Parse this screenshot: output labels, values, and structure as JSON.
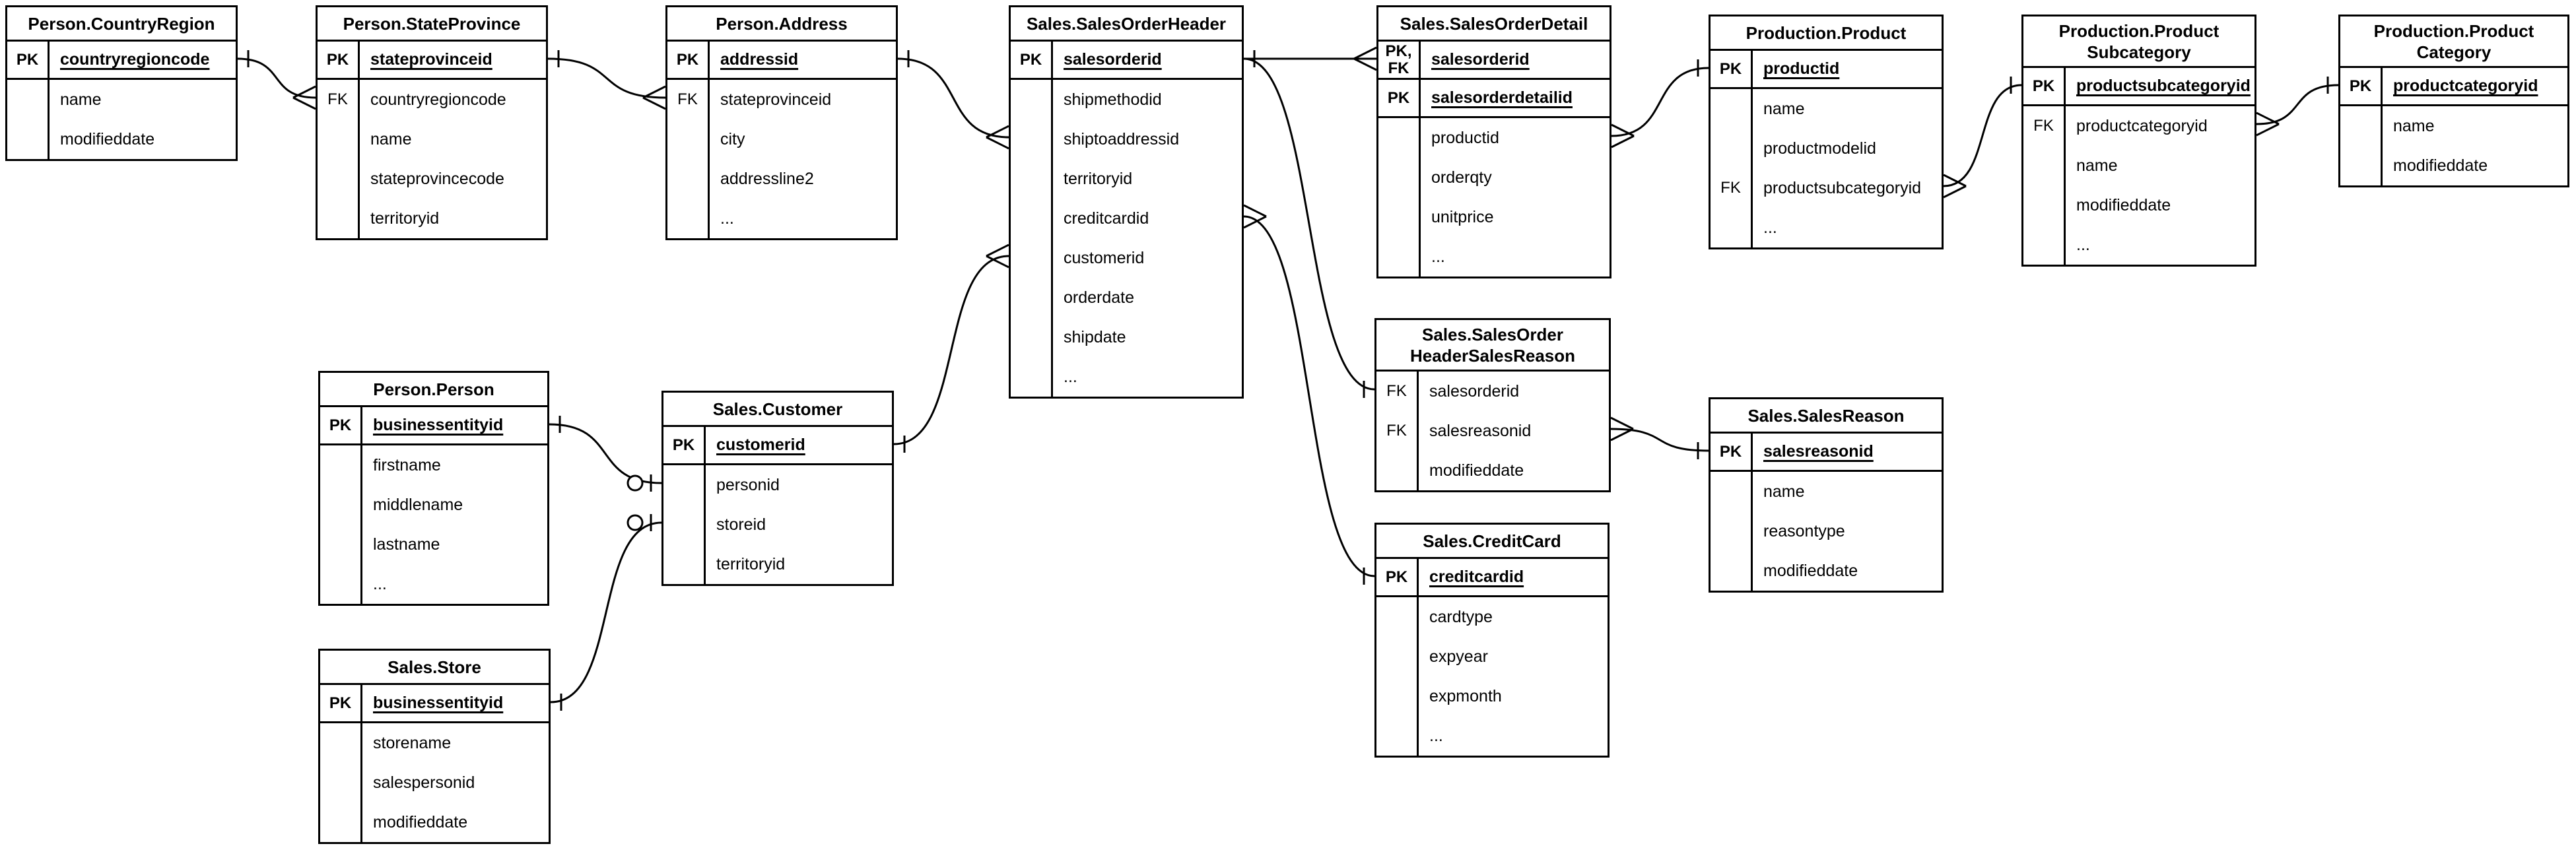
{
  "diagram": {
    "colors": {
      "line": "#000000",
      "background": "#ffffff",
      "text": "#000000"
    },
    "tables": [
      {
        "id": "countryregion",
        "title": "Person.CountryRegion",
        "key_rows": [
          {
            "key": "PK",
            "name": "countryregioncode"
          }
        ],
        "attrs": [
          {
            "key": "",
            "name": "name"
          },
          {
            "key": "",
            "name": "modifieddate"
          }
        ]
      },
      {
        "id": "stateprovince",
        "title": "Person.StateProvince",
        "key_rows": [
          {
            "key": "PK",
            "name": "stateprovinceid"
          }
        ],
        "attrs": [
          {
            "key": "FK",
            "name": "countryregioncode"
          },
          {
            "key": "",
            "name": "name"
          },
          {
            "key": "",
            "name": "stateprovincecode"
          },
          {
            "key": "",
            "name": "territoryid"
          }
        ]
      },
      {
        "id": "address",
        "title": "Person.Address",
        "key_rows": [
          {
            "key": "PK",
            "name": "addressid"
          }
        ],
        "attrs": [
          {
            "key": "FK",
            "name": "stateprovinceid"
          },
          {
            "key": "",
            "name": "city"
          },
          {
            "key": "",
            "name": "addressline2"
          },
          {
            "key": "",
            "name": "..."
          }
        ]
      },
      {
        "id": "salesorderheader",
        "title": "Sales.SalesOrderHeader",
        "key_rows": [
          {
            "key": "PK",
            "name": "salesorderid"
          }
        ],
        "attrs": [
          {
            "key": "",
            "name": "shipmethodid"
          },
          {
            "key": "",
            "name": "shiptoaddressid"
          },
          {
            "key": "",
            "name": "territoryid"
          },
          {
            "key": "",
            "name": "creditcardid"
          },
          {
            "key": "",
            "name": "customerid"
          },
          {
            "key": "",
            "name": "orderdate"
          },
          {
            "key": "",
            "name": "shipdate"
          },
          {
            "key": "",
            "name": "..."
          }
        ]
      },
      {
        "id": "salesorderdetail",
        "title": "Sales.SalesOrderDetail",
        "key_rows": [
          {
            "key": "PK,\nFK",
            "name": "salesorderid"
          },
          {
            "key": "PK",
            "name": "salesorderdetailid"
          }
        ],
        "attrs": [
          {
            "key": "",
            "name": "productid"
          },
          {
            "key": "",
            "name": "orderqty"
          },
          {
            "key": "",
            "name": "unitprice"
          },
          {
            "key": "",
            "name": "..."
          }
        ]
      },
      {
        "id": "product",
        "title": "Production.Product",
        "key_rows": [
          {
            "key": "PK",
            "name": "productid"
          }
        ],
        "attrs": [
          {
            "key": "",
            "name": "name"
          },
          {
            "key": "",
            "name": "productmodelid"
          },
          {
            "key": "FK",
            "name": "productsubcategoryid"
          },
          {
            "key": "",
            "name": "..."
          }
        ]
      },
      {
        "id": "productsubcategory",
        "title": "Production.Product\nSubcategory",
        "key_rows": [
          {
            "key": "PK",
            "name": "productsubcategoryid"
          }
        ],
        "attrs": [
          {
            "key": "FK",
            "name": "productcategoryid"
          },
          {
            "key": "",
            "name": "name"
          },
          {
            "key": "",
            "name": "modifieddate"
          },
          {
            "key": "",
            "name": "..."
          }
        ]
      },
      {
        "id": "productcategory",
        "title": "Production.Product\nCategory",
        "key_rows": [
          {
            "key": "PK",
            "name": "productcategoryid"
          }
        ],
        "attrs": [
          {
            "key": "",
            "name": "name"
          },
          {
            "key": "",
            "name": "modifieddate"
          }
        ]
      },
      {
        "id": "person",
        "title": "Person.Person",
        "key_rows": [
          {
            "key": "PK",
            "name": "businessentityid"
          }
        ],
        "attrs": [
          {
            "key": "",
            "name": "firstname"
          },
          {
            "key": "",
            "name": "middlename"
          },
          {
            "key": "",
            "name": "lastname"
          },
          {
            "key": "",
            "name": "..."
          }
        ]
      },
      {
        "id": "customer",
        "title": "Sales.Customer",
        "key_rows": [
          {
            "key": "PK",
            "name": "customerid"
          }
        ],
        "attrs": [
          {
            "key": "",
            "name": "personid"
          },
          {
            "key": "",
            "name": "storeid"
          },
          {
            "key": "",
            "name": "territoryid"
          }
        ]
      },
      {
        "id": "store",
        "title": "Sales.Store",
        "key_rows": [
          {
            "key": "PK",
            "name": "businessentityid"
          }
        ],
        "attrs": [
          {
            "key": "",
            "name": "storename"
          },
          {
            "key": "",
            "name": "salespersonid"
          },
          {
            "key": "",
            "name": "modifieddate"
          }
        ]
      },
      {
        "id": "sohsr",
        "title": "Sales.SalesOrder\nHeaderSalesReason",
        "key_rows": [],
        "attrs": [
          {
            "key": "FK",
            "name": "salesorderid"
          },
          {
            "key": "FK",
            "name": "salesreasonid"
          },
          {
            "key": "",
            "name": "modifieddate"
          }
        ]
      },
      {
        "id": "salesreason",
        "title": "Sales.SalesReason",
        "key_rows": [
          {
            "key": "PK",
            "name": "salesreasonid"
          }
        ],
        "attrs": [
          {
            "key": "",
            "name": "name"
          },
          {
            "key": "",
            "name": "reasontype"
          },
          {
            "key": "",
            "name": "modifieddate"
          }
        ]
      },
      {
        "id": "creditcard",
        "title": "Sales.CreditCard",
        "key_rows": [
          {
            "key": "PK",
            "name": "creditcardid"
          }
        ],
        "attrs": [
          {
            "key": "",
            "name": "cardtype"
          },
          {
            "key": "",
            "name": "expyear"
          },
          {
            "key": "",
            "name": "expmonth"
          },
          {
            "key": "",
            "name": "..."
          }
        ]
      }
    ],
    "relationships": [
      {
        "from": "countryregion.countryregioncode",
        "to": "stateprovince.countryregioncode",
        "from_end": "one",
        "to_end": "many"
      },
      {
        "from": "stateprovince.stateprovinceid",
        "to": "address.stateprovinceid",
        "from_end": "one",
        "to_end": "many"
      },
      {
        "from": "address.addressid",
        "to": "salesorderheader.shiptoaddressid",
        "from_end": "one",
        "to_end": "many"
      },
      {
        "from": "person.businessentityid",
        "to": "customer.personid",
        "from_end": "one",
        "to_end": "zero-or-one"
      },
      {
        "from": "store.businessentityid",
        "to": "customer.storeid",
        "from_end": "one",
        "to_end": "zero-or-one"
      },
      {
        "from": "customer.customerid",
        "to": "salesorderheader.customerid",
        "from_end": "one",
        "to_end": "many"
      },
      {
        "from": "salesorderheader.salesorderid",
        "to": "salesorderdetail.salesorderid",
        "from_end": "one",
        "to_end": "many"
      },
      {
        "from": "salesorderheader.salesorderid",
        "to": "sohsr.salesorderid",
        "from_end": "none",
        "to_end": "one"
      },
      {
        "from": "salesorderheader.creditcardid",
        "to": "creditcard.creditcardid",
        "from_end": "many",
        "to_end": "one"
      },
      {
        "from": "sohsr.salesreasonid",
        "to": "salesreason.salesreasonid",
        "from_end": "many",
        "to_end": "one"
      },
      {
        "from": "salesorderdetail.productid",
        "to": "product.productid",
        "from_end": "many",
        "to_end": "one"
      },
      {
        "from": "product.productsubcategoryid",
        "to": "productsubcategory.productsubcategoryid",
        "from_end": "many",
        "to_end": "one"
      },
      {
        "from": "productsubcategory.productcategoryid",
        "to": "productcategory.productcategoryid",
        "from_end": "many",
        "to_end": "one"
      }
    ]
  }
}
